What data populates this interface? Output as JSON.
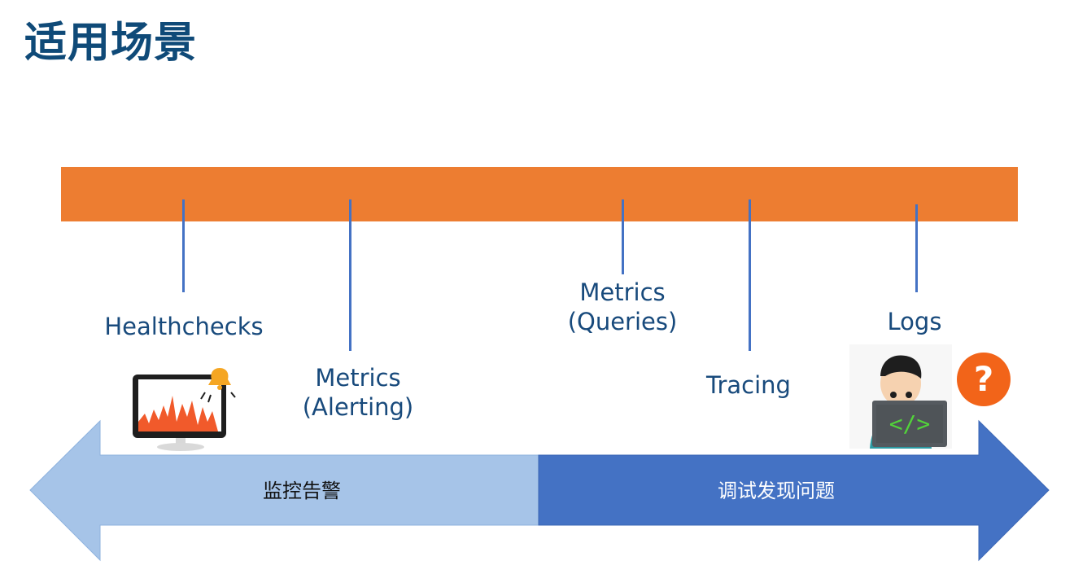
{
  "title": "适用场景",
  "colors": {
    "title": "#0f4a78",
    "bar": "#ed7d31",
    "tick": "#4472c4",
    "label": "#184a7c",
    "left_arrow": "#a6c4e8",
    "right_arrow": "#4472c4"
  },
  "labels": {
    "healthchecks": "Healthchecks",
    "metrics_alerting_line1": "Metrics",
    "metrics_alerting_line2": "(Alerting)",
    "metrics_queries_line1": "Metrics",
    "metrics_queries_line2": "(Queries)",
    "tracing": "Tracing",
    "logs": "Logs"
  },
  "arrows": {
    "left": "监控告警",
    "right": "调试发现问题"
  },
  "icons": {
    "monitor_alert": "monitor-alert-icon",
    "developer": "developer-laptop-icon",
    "question": "question-icon"
  }
}
